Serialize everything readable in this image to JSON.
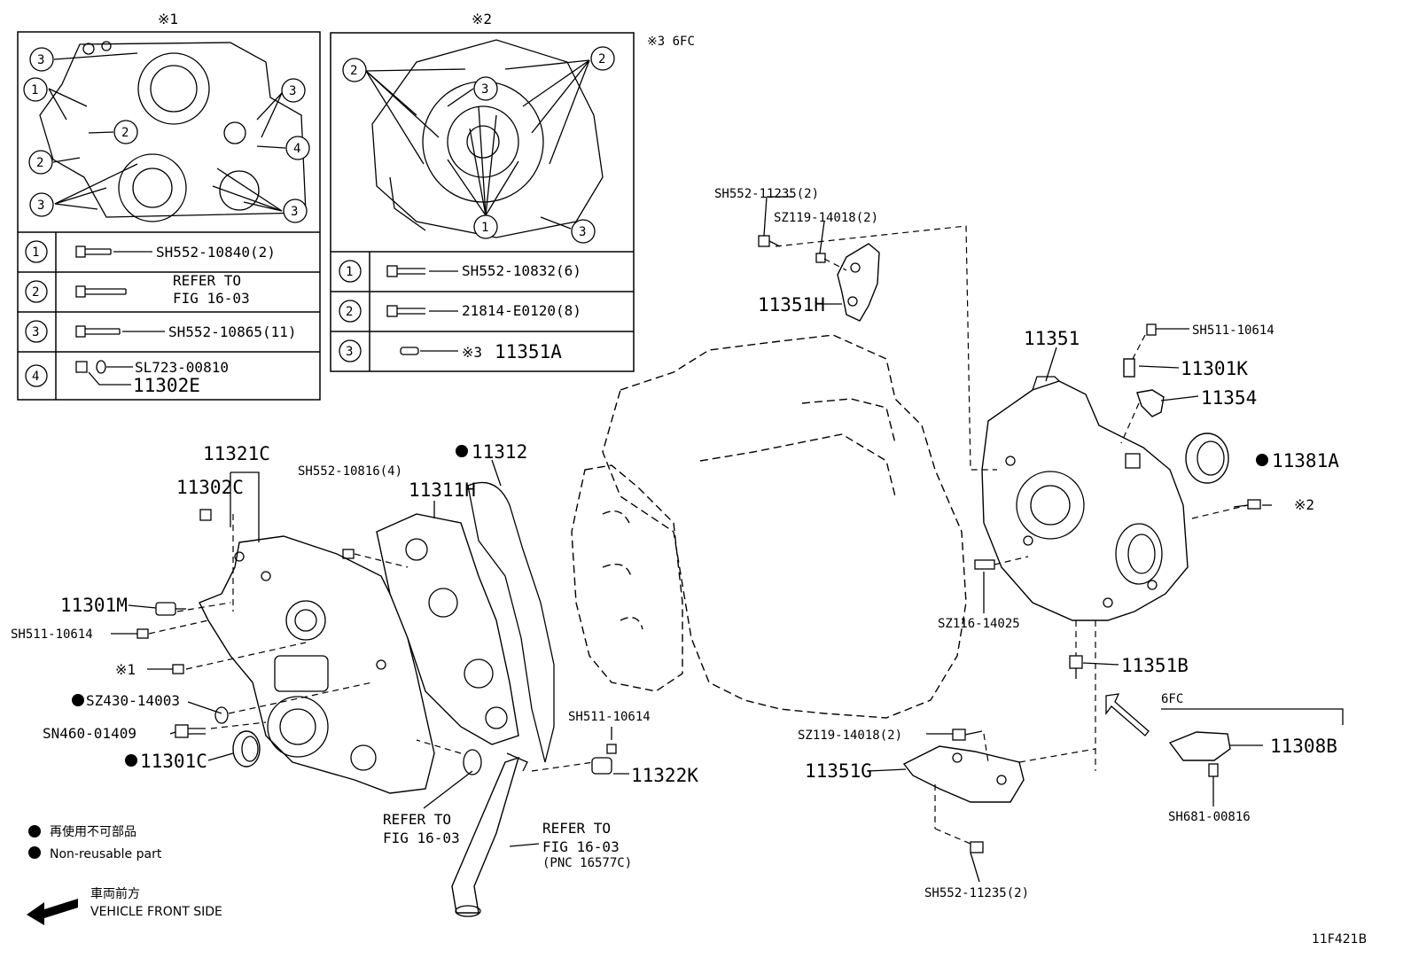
{
  "diagram_id": "11F421B",
  "note_box1": "※1",
  "note_box2": "※2",
  "note_box3": "※3 6FC",
  "box1_rows": [
    {
      "num": "1",
      "text": "SH552-10840(2)"
    },
    {
      "num": "2",
      "text1": "REFER TO",
      "text2": "FIG 16-03"
    },
    {
      "num": "3",
      "text": "SH552-10865(11)"
    },
    {
      "num": "4",
      "text1": "SL723-00810",
      "text2": "11302E"
    }
  ],
  "box2_rows": [
    {
      "num": "1",
      "text": "SH552-10832(6)"
    },
    {
      "num": "2",
      "text": "21814-E0120(8)"
    },
    {
      "num": "3",
      "mark": "※3",
      "text": "11351A"
    }
  ],
  "callouts": {
    "c11321C": "11321C",
    "c11302C": "11302C",
    "cSH552_10816": "SH552-10816(4)",
    "c11312": "11312",
    "c11311H": "11311H",
    "c11301M": "11301M",
    "cSH511_10614a": "SH511-10614",
    "cX1": "※1",
    "cSZ430": "SZ430-14003",
    "cSN460": "SN460-01409",
    "c11301C": "11301C",
    "cSH511_10614b": "SH511-10614",
    "c11322K": "11322K",
    "cRefer1a": "REFER TO",
    "cRefer1b": "FIG 16-03",
    "cRefer2a": "REFER TO",
    "cRefer2b": "FIG 16-03",
    "cRefer2c": "(PNC 16577C)",
    "cSH552_11235a": "SH552-11235(2)",
    "cSZ119a": "SZ119-14018(2)",
    "c11351H": "11351H",
    "c11351": "11351",
    "cSH511_10614c": "SH511-10614",
    "c11301K": "11301K",
    "c11354": "11354",
    "c11381A": "11381A",
    "cX2": "※2",
    "cSZ116": "SZ116-14025",
    "c11351B": "11351B",
    "c6FC": "6FC",
    "c11308B": "11308B",
    "cSH681": "SH681-00816",
    "cSZ119b": "SZ119-14018(2)",
    "c11351G": "11351G",
    "cSH552_11235b": "SH552-11235(2)"
  },
  "legend": {
    "jp_nonreuse": "再使用不可部品",
    "en_nonreuse": "Non-reusable part",
    "jp_front": "車両前方",
    "en_front": "VEHICLE FRONT SIDE"
  }
}
